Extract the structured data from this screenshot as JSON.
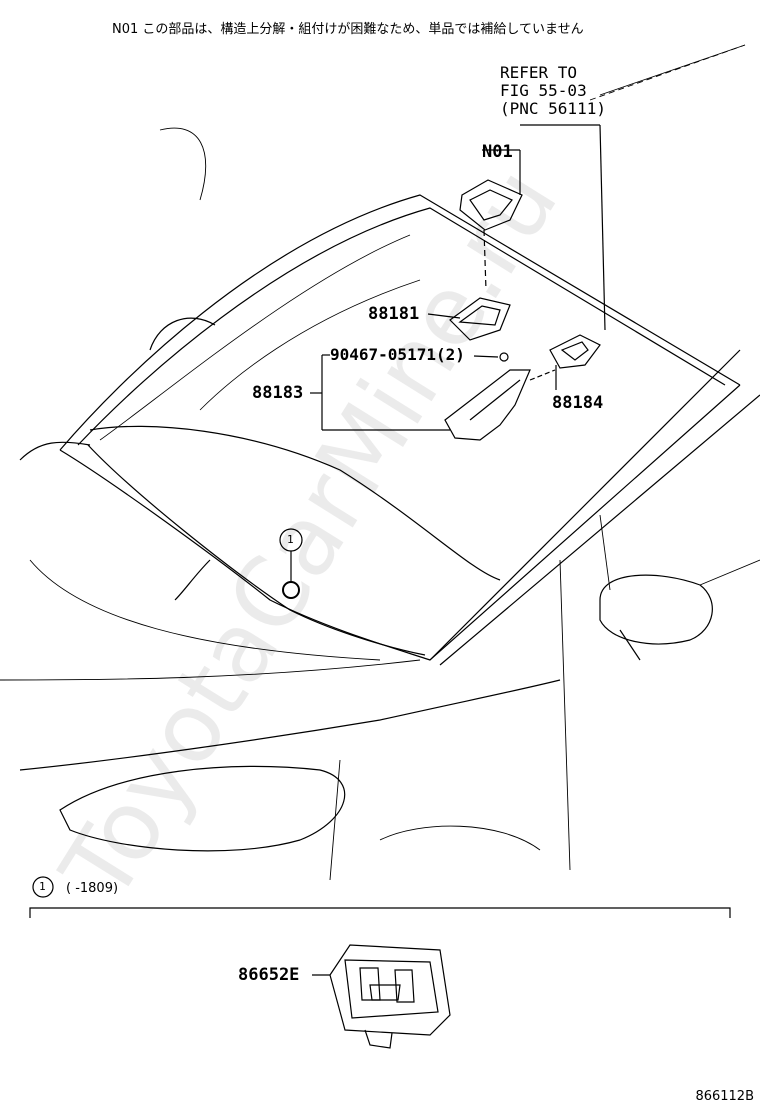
{
  "note": "N01 この部品は、構造上分解・組付けが困難なため、単品では補給していません",
  "refer": {
    "line1": "REFER TO",
    "line2": "FIG 55-03",
    "line3": "(PNC 56111)"
  },
  "parts": {
    "n01": "N01",
    "p88181": "88181",
    "p90467": "90467-05171(2)",
    "p88183": "88183",
    "p88184": "88184",
    "p86652e": "86652E"
  },
  "callout": {
    "number": "1",
    "range": "(      -1809)"
  },
  "diagram_code": "866112B",
  "watermark": "ToyotaCarMine.ru"
}
